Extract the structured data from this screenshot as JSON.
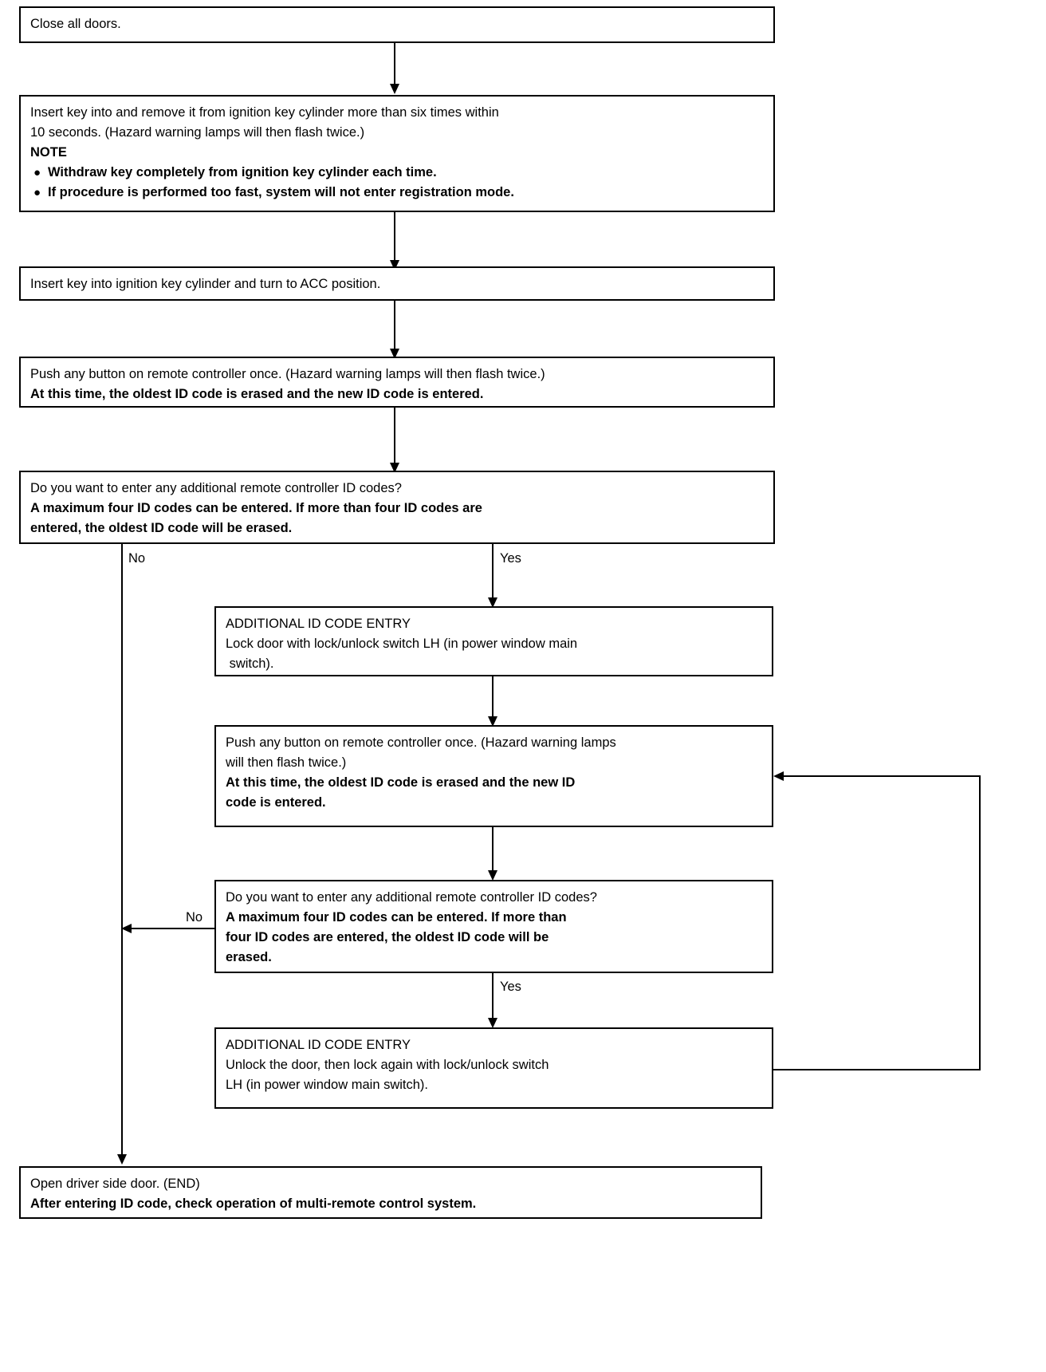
{
  "diagram": {
    "title": "Multi-remote control system ID code entry procedure flowchart",
    "line_color": "#000000",
    "background": "#ffffff"
  },
  "nodes": {
    "close_doors": {
      "lines": [
        {
          "text": "Close all doors.",
          "weight": "regular"
        }
      ]
    },
    "insert_remove_key": {
      "lines": [
        {
          "text": "Insert key into and remove it from ignition key cylinder more than six times within",
          "weight": "regular"
        },
        {
          "text": "10 seconds. (Hazard warning lamps will then flash twice.)",
          "weight": "regular"
        },
        {
          "text": "NOTE",
          "weight": "bold"
        },
        {
          "text": "Withdraw key completely from ignition key cylinder each time.",
          "weight": "bold",
          "bullet": true
        },
        {
          "text": "If procedure is performed too fast, system will not enter registration mode.",
          "weight": "bold",
          "bullet": true
        }
      ]
    },
    "turn_acc": {
      "lines": [
        {
          "text": "Insert key into ignition key cylinder and turn to ACC position.",
          "weight": "regular"
        }
      ]
    },
    "push_button_1": {
      "lines": [
        {
          "text": "Push any button on remote controller once. (Hazard warning lamps will then flash twice.)",
          "weight": "regular"
        },
        {
          "text": "At this time, the oldest ID code is erased and the new ID code is entered.",
          "weight": "bold"
        }
      ]
    },
    "decision_1": {
      "lines": [
        {
          "text": "Do you want to enter any additional remote controller ID codes?",
          "weight": "regular"
        },
        {
          "text": "A maximum four ID codes can be entered. If more than four ID codes are",
          "weight": "bold"
        },
        {
          "text": "entered, the oldest ID code will be erased.",
          "weight": "bold"
        }
      ]
    },
    "additional_entry_1": {
      "lines": [
        {
          "text": "ADDITIONAL ID CODE ENTRY",
          "weight": "regular"
        },
        {
          "text": "Lock door with lock/unlock switch LH (in power window main",
          "weight": "regular"
        },
        {
          "text": " switch).",
          "weight": "regular"
        }
      ]
    },
    "push_button_2": {
      "lines": [
        {
          "text": "Push any button on remote controller once. (Hazard warning lamps",
          "weight": "regular"
        },
        {
          "text": "will then flash twice.)",
          "weight": "regular"
        },
        {
          "text": "At this time, the oldest ID code is erased and the new ID",
          "weight": "bold"
        },
        {
          "text": "code is entered.",
          "weight": "bold"
        }
      ]
    },
    "decision_2": {
      "lines": [
        {
          "text": "Do you want to enter any additional remote controller ID codes?",
          "weight": "regular"
        },
        {
          "text": "A maximum four ID codes can be entered. If more than",
          "weight": "bold"
        },
        {
          "text": "four ID codes are entered, the oldest ID code will be",
          "weight": "bold"
        },
        {
          "text": "erased.",
          "weight": "bold"
        }
      ]
    },
    "additional_entry_2": {
      "lines": [
        {
          "text": "ADDITIONAL ID CODE ENTRY",
          "weight": "regular"
        },
        {
          "text": "Unlock the door, then lock again with lock/unlock switch",
          "weight": "regular"
        },
        {
          "text": "LH (in power window main switch).",
          "weight": "regular"
        }
      ]
    },
    "end_box": {
      "lines": [
        {
          "text": "Open driver side door. (END)",
          "weight": "regular"
        },
        {
          "text": "After entering ID code, check operation of multi-remote control system.",
          "weight": "bold"
        }
      ]
    }
  },
  "edge_labels": {
    "decision1_no": "No",
    "decision1_yes": "Yes",
    "decision2_no": "No",
    "decision2_yes": "Yes"
  }
}
